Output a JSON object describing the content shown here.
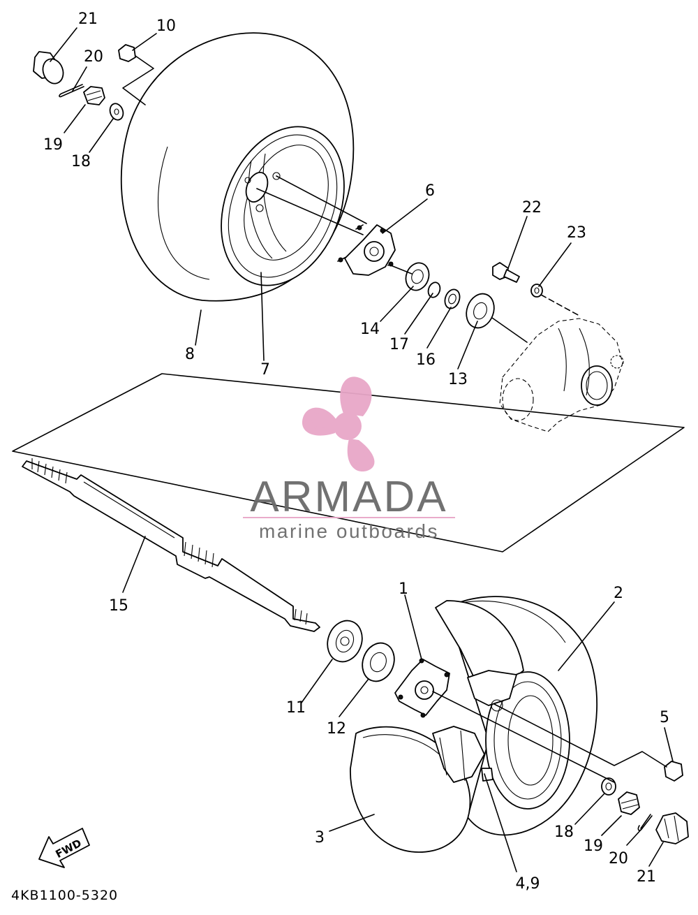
{
  "diagram": {
    "code": "4KB1100-5320",
    "fwd_label": "FWD",
    "watermark": {
      "brand": "ARMADA",
      "tagline": "marine outboards",
      "accent": "#e8a7c8"
    },
    "callouts": {
      "c1": "1",
      "c2": "2",
      "c3": "3",
      "c49": "4,9",
      "c5": "5",
      "c6": "6",
      "c7": "7",
      "c8": "8",
      "c10": "10",
      "c11": "11",
      "c12": "12",
      "c13": "13",
      "c14": "14",
      "c15": "15",
      "c16": "16",
      "c17": "17",
      "c18a": "18",
      "c18b": "18",
      "c19a": "19",
      "c19b": "19",
      "c20a": "20",
      "c20b": "20",
      "c21a": "21",
      "c21b": "21",
      "c22": "22",
      "c23": "23"
    }
  }
}
